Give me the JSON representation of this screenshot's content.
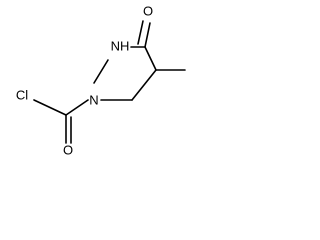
{
  "molecule": {
    "atoms": {
      "carbonyl_oxygen": "O",
      "ring_nh": "NH",
      "ring_n": "N",
      "chlorine": "Cl",
      "acyl_oxygen": "O"
    }
  }
}
